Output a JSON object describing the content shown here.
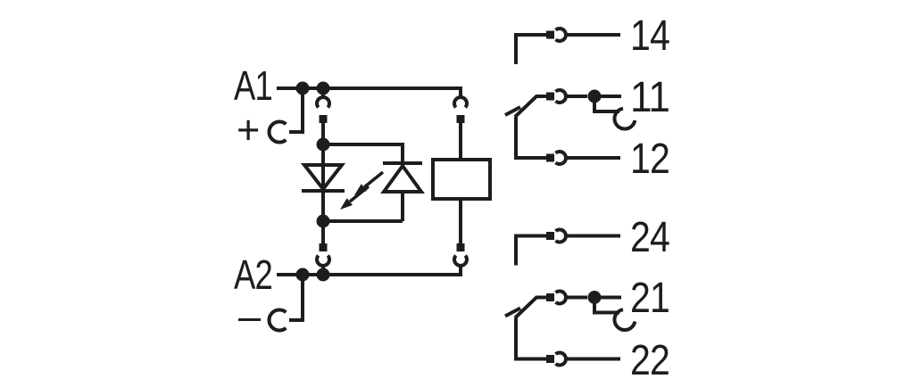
{
  "colors": {
    "line": "#1d1d1b",
    "background": "#ffffff"
  },
  "coil_section": {
    "terminal_top": "A1",
    "polarity_top": "+",
    "terminal_bottom": "A2",
    "polarity_bottom": "–"
  },
  "contact_groups": [
    {
      "no_terminal": "14",
      "com_terminal": "11",
      "nc_terminal": "12"
    },
    {
      "no_terminal": "24",
      "com_terminal": "21",
      "nc_terminal": "22"
    }
  ]
}
